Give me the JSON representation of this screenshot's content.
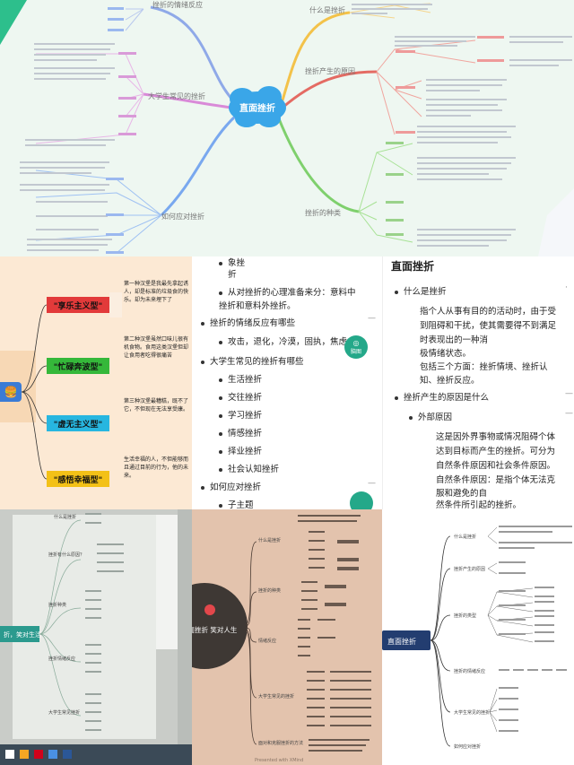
{
  "panel1": {
    "center": "直面挫折",
    "branch_labels": [
      "什么是挫折",
      "挫折产生的原因",
      "挫折的种类",
      "如何应对挫折",
      "大学生常见的挫折",
      "挫折的情绪反应"
    ]
  },
  "panel2": {
    "types": [
      {
        "label": "\"享乐主义型\"",
        "color": "#e23a3a",
        "desc": "第一种汉堡是我最先拿起诱人，却是标准的垃圾食的快乐。却为未来埋下了"
      },
      {
        "label": "\"忙碌奔波型\"",
        "color": "#35b83a",
        "desc": "第二种汉堡虽然口味儿很有机食物。食用这类汉堡但却让食用者吃得很痛苦"
      },
      {
        "label": "\"虚无主义型\"",
        "color": "#27b6e0",
        "desc": "第三种汉堡最糟糕，既不了它，不但现在无法享受康。"
      },
      {
        "label": "\"感悟幸福型\"",
        "color": "#f3c117",
        "desc": "生活幸福的人，不但能够而且通过目前的行为，他的未来。"
      }
    ]
  },
  "panel3": {
    "left": {
      "item_a": "象挫",
      "item_a2": "折",
      "item_b": "从对挫折的心理准备来分：意料中挫折和意料外挫折。",
      "heading1": "挫折的情绪反应有哪些",
      "reactions": "攻击，退化，冷漠，固执，焦虑",
      "heading2": "大学生常见的挫折有哪些",
      "list": [
        "生活挫折",
        "交往挫折",
        "学习挫折",
        "情感挫折",
        "择业挫折",
        "社会认知挫折"
      ],
      "heading3": "如何应对挫折",
      "sub": "子主题",
      "fab_label": "脑图"
    },
    "right": {
      "title": "直面挫折",
      "q1": "什么是挫折",
      "def": "指个人从事有目的的活动时，由于受到阻碍和干扰，使其需要得不到满足时表现出的一种消极情绪状态。",
      "def_l1": "指个人从事有目的的活动时，由于受",
      "def_l2": "到阻碍和干扰，使其需要得不到满足",
      "def_l3": "时表现出的一种消",
      "def_l4": "极情绪状态。",
      "def_l5": "包括三个方面：挫折情境、挫折认",
      "def_l6": "知、挫折反应。",
      "q2": "挫折产生的原因是什么",
      "ext": "外部原因",
      "ext_l1": "这是因外界事物或情况阻碍个体",
      "ext_l2": "达到目标而产生的挫折。可分为",
      "ext_l3": "自然条件原因和社会条件原因。",
      "ext_l4": "自然条件原因：是指个体无法克",
      "ext_l5": "服和避免的自",
      "ext_l6": "然条件所引起的挫折。"
    }
  },
  "panel4": {
    "center": "折，笑对生活",
    "branches": [
      "什么是挫折",
      "挫折有什么原因？",
      "挫折种类",
      "挫折情绪反应",
      "大学生常见挫折"
    ]
  },
  "panel5": {
    "center": "直面挫折 笑对人生",
    "branches": [
      "什么是挫折",
      "挫折的种类",
      "情绪反应",
      "大学生常见的挫折",
      "面对和克服挫折的方法"
    ],
    "footer": "Presented with XMind"
  },
  "panel6": {
    "center": "直面挫折",
    "branches": [
      "什么是挫折",
      "挫折产生的原因",
      "挫折的类型",
      "挫折的情绪反应",
      "大学生常见的挫折",
      "如何应对挫折"
    ]
  },
  "colors": {
    "accent_blue": "#3aa6e8",
    "teal": "#24a889"
  }
}
